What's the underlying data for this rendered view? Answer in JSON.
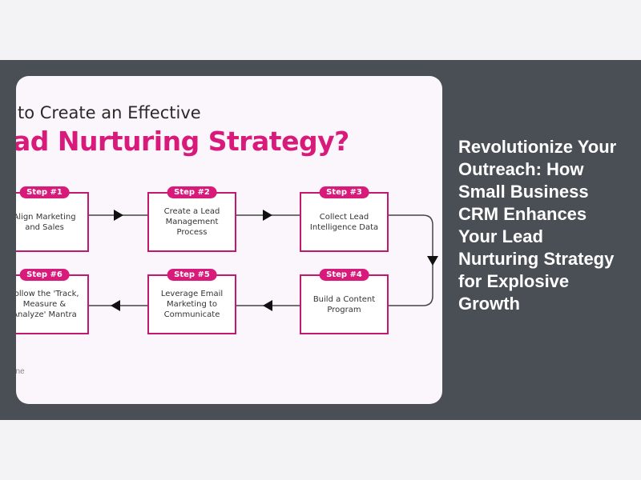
{
  "article": {
    "headline": "Revolutionize Your Outreach: How Small Business CRM Enhances Your Lead Nurturing Strategy for Explosive Growth"
  },
  "image": {
    "title_line1": "to Create an Effective",
    "title_line2": "ad Nurturing Strategy?",
    "footer": "ane",
    "steps": [
      {
        "badge": "Step #1",
        "text": "Align Marketing and Sales"
      },
      {
        "badge": "Step #2",
        "text": "Create a Lead Management Process"
      },
      {
        "badge": "Step #3",
        "text": "Collect Lead Intelligence Data"
      },
      {
        "badge": "Step #4",
        "text": "Build a Content Program"
      },
      {
        "badge": "Step #5",
        "text": "Leverage Email Marketing to Communicate"
      },
      {
        "badge": "Step #6",
        "text": "Follow the 'Track, Measure & Analyze' Mantra"
      }
    ],
    "accent": "#d81b7a"
  }
}
